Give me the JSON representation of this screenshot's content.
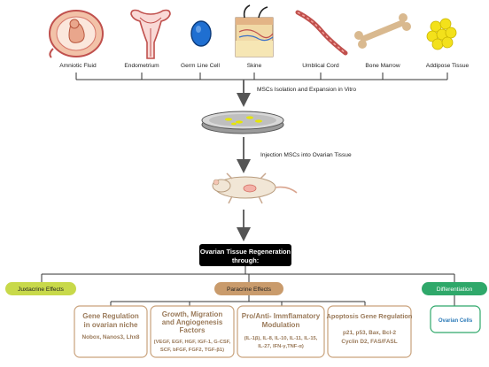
{
  "sources": [
    {
      "label": "Amniotic Fluid",
      "icon": "uterus-fetus-icon"
    },
    {
      "label": "Endometrium",
      "icon": "uterus-icon"
    },
    {
      "label": "Germ Line Cell",
      "icon": "germ-cell-icon"
    },
    {
      "label": "Skine",
      "icon": "skin-layers-icon"
    },
    {
      "label": "Umblical Cord",
      "icon": "umbilical-cord-icon"
    },
    {
      "label": "Bone Marrow",
      "icon": "bone-icon"
    },
    {
      "label": "Addipose Tissue",
      "icon": "adipose-cells-icon"
    }
  ],
  "steps": {
    "isolation": "MSCs Isolation and Expansion in Vitro",
    "injection": "Injection MSCs into Ovarian Tissue"
  },
  "regeneration": {
    "line1": "Ovarian Tissue Regeneration",
    "line2": "through:"
  },
  "effects": {
    "juxtacrine": "Juxtacrine Effects",
    "paracrine": "Paracrine Effects",
    "differentiation": "Differentiation"
  },
  "paracrine_boxes": [
    {
      "title": [
        "Gene Regulation",
        "in ovarian niche"
      ],
      "body": [
        "Nobox, Nanos3, Lhx8"
      ]
    },
    {
      "title": [
        "Growth, Migration",
        "and Angiogenesis",
        "Factors"
      ],
      "body": [
        "(VEGF, EGF, HGF, IGF-1, G-CSF,",
        "SCF, bFGF, FGF2, TGF-β1)"
      ]
    },
    {
      "title": [
        "Pro/Anti- Immflamatory",
        "Modulation"
      ],
      "body": [
        "(IL-1β), IL-8, IL-10, IL-11, IL-15,",
        "IL-27, IFN-γ,TNF-α)"
      ]
    },
    {
      "title": [
        "Apoptosis Gene Regulation"
      ],
      "body": [
        "p21, p53, Bax, Bcl-2",
        "Cyclin D2, FAS/FASL"
      ]
    }
  ],
  "differentiation_box": {
    "body": "Ovarian Cells"
  },
  "colors": {
    "juxtacrine_fill": "#c8d94a",
    "paracrine_fill": "#c99b6c",
    "differentiation_fill": "#2fa86a",
    "regeneration_fill": "#000000",
    "paracrine_box_stroke": "#c9a27c",
    "paracrine_text": "#9a7a5a",
    "differentiation_box_stroke": "#2fa86a"
  }
}
